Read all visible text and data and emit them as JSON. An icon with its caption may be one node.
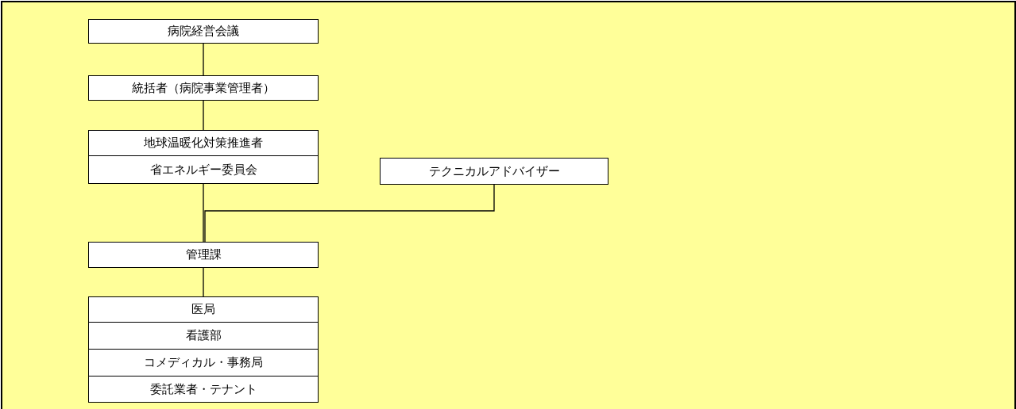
{
  "diagram": {
    "nodes": [
      {
        "text": [
          "病院経営会議"
        ]
      },
      {
        "text": [
          "統括者（病院事業管理者）"
        ]
      },
      {
        "text": [
          "地球温暖化対策推進者"
        ]
      },
      {
        "text": [
          "省エネルギー委員会"
        ]
      },
      {
        "text": [
          "テクニカルアドバイザー"
        ]
      },
      {
        "text": [
          "管理課"
        ]
      },
      {
        "text": [
          "医局"
        ]
      },
      {
        "text": [
          "看護部"
        ]
      },
      {
        "text": [
          "コメディカル・事務局"
        ]
      },
      {
        "text": [
          "委託業者・テナント"
        ]
      }
    ],
    "edges": [
      {
        "from": 0,
        "to": 1,
        "arrow": "none"
      },
      {
        "from": 1,
        "to": 2,
        "arrow": "none"
      },
      {
        "from": 3,
        "to": 5,
        "arrow": "none"
      },
      {
        "from": 4,
        "to": 5,
        "arrow": "none"
      },
      {
        "from": 5,
        "to": 6,
        "arrow": "none"
      }
    ]
  }
}
